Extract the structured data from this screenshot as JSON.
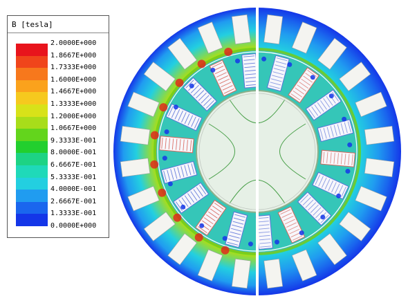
{
  "legend": {
    "title": "B [tesla]",
    "labels": [
      "2.0000E+000",
      "1.8667E+000",
      "1.7333E+000",
      "1.6000E+000",
      "1.4667E+000",
      "1.3333E+000",
      "1.2000E+000",
      "1.0667E+000",
      "9.3333E-001",
      "8.0000E-001",
      "6.6667E-001",
      "5.3333E-001",
      "4.0000E-001",
      "2.6667E-001",
      "1.3333E-001",
      "0.0000E+000"
    ],
    "colors": [
      "#e8141c",
      "#f0451b",
      "#f7781c",
      "#fba21c",
      "#f6c91e",
      "#d8e219",
      "#a8dd1a",
      "#63d51c",
      "#22cf2e",
      "#1dd384",
      "#1fd9b9",
      "#23cfe0",
      "#209cf0",
      "#1a66ee",
      "#1436e8"
    ]
  },
  "field_palette": {
    "background": "#ffffff",
    "stator_outer": "#1436e8",
    "stator_mid": "#1f9fe0",
    "stator_inner": "#5fd28a",
    "yoke_hot": "#e8141c",
    "rotor_core": "#e6f0e6",
    "rotor_outline": "#4aa04a",
    "slot_fill": "#f4f4f0",
    "coil_blue": "#5a72d8",
    "coil_red": "#d8645a",
    "divider": "#ffffff"
  }
}
